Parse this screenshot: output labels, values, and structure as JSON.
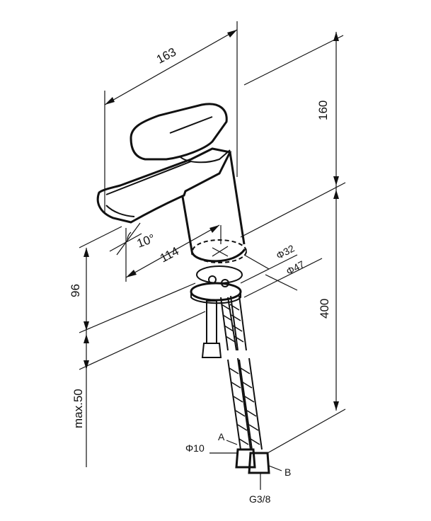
{
  "dimensions": {
    "width": "163",
    "height_top": "160",
    "angle": "10°",
    "reach": "114",
    "diameter_small": "Φ32",
    "diameter_large": "Φ47",
    "spout_height": "96",
    "hose_length": "400",
    "max_thickness": "max.50"
  },
  "labels": {
    "a": "A",
    "b": "B",
    "phi10": "Φ10",
    "thread": "G3/8"
  }
}
